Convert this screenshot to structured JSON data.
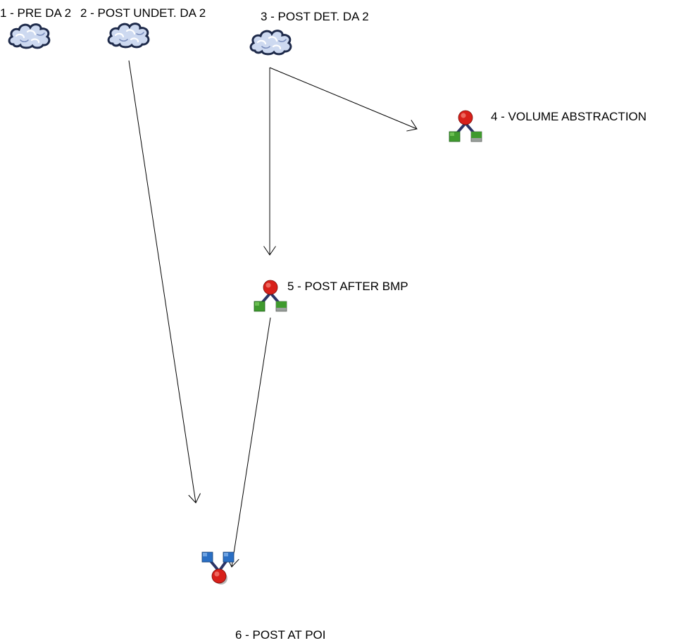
{
  "diagram": {
    "nodes": [
      {
        "id": 1,
        "label": "1 - PRE DA 2",
        "icon": "cloud-icon"
      },
      {
        "id": 2,
        "label": "2 - POST UNDET. DA 2",
        "icon": "cloud-icon"
      },
      {
        "id": 3,
        "label": "3 - POST DET. DA 2",
        "icon": "cloud-icon"
      },
      {
        "id": 4,
        "label": "4 - VOLUME ABSTRACTION",
        "icon": "split-node-icon"
      },
      {
        "id": 5,
        "label": "5 - POST AFTER BMP",
        "icon": "split-node-icon"
      },
      {
        "id": 6,
        "label": "6 - POST AT POI",
        "icon": "merge-node-icon"
      }
    ],
    "edges": [
      {
        "from": 2,
        "to": 6
      },
      {
        "from": 3,
        "to": 4
      },
      {
        "from": 3,
        "to": 5
      },
      {
        "from": 5,
        "to": 6
      }
    ],
    "colors": {
      "cloud_fill": "#cdd9f0",
      "cloud_outline": "#1e2a4a",
      "node_red": "#d8201a",
      "node_green": "#3f9a2e",
      "node_blue": "#2a6fc4",
      "connector": "#2c3566",
      "edge": "#000000"
    }
  }
}
